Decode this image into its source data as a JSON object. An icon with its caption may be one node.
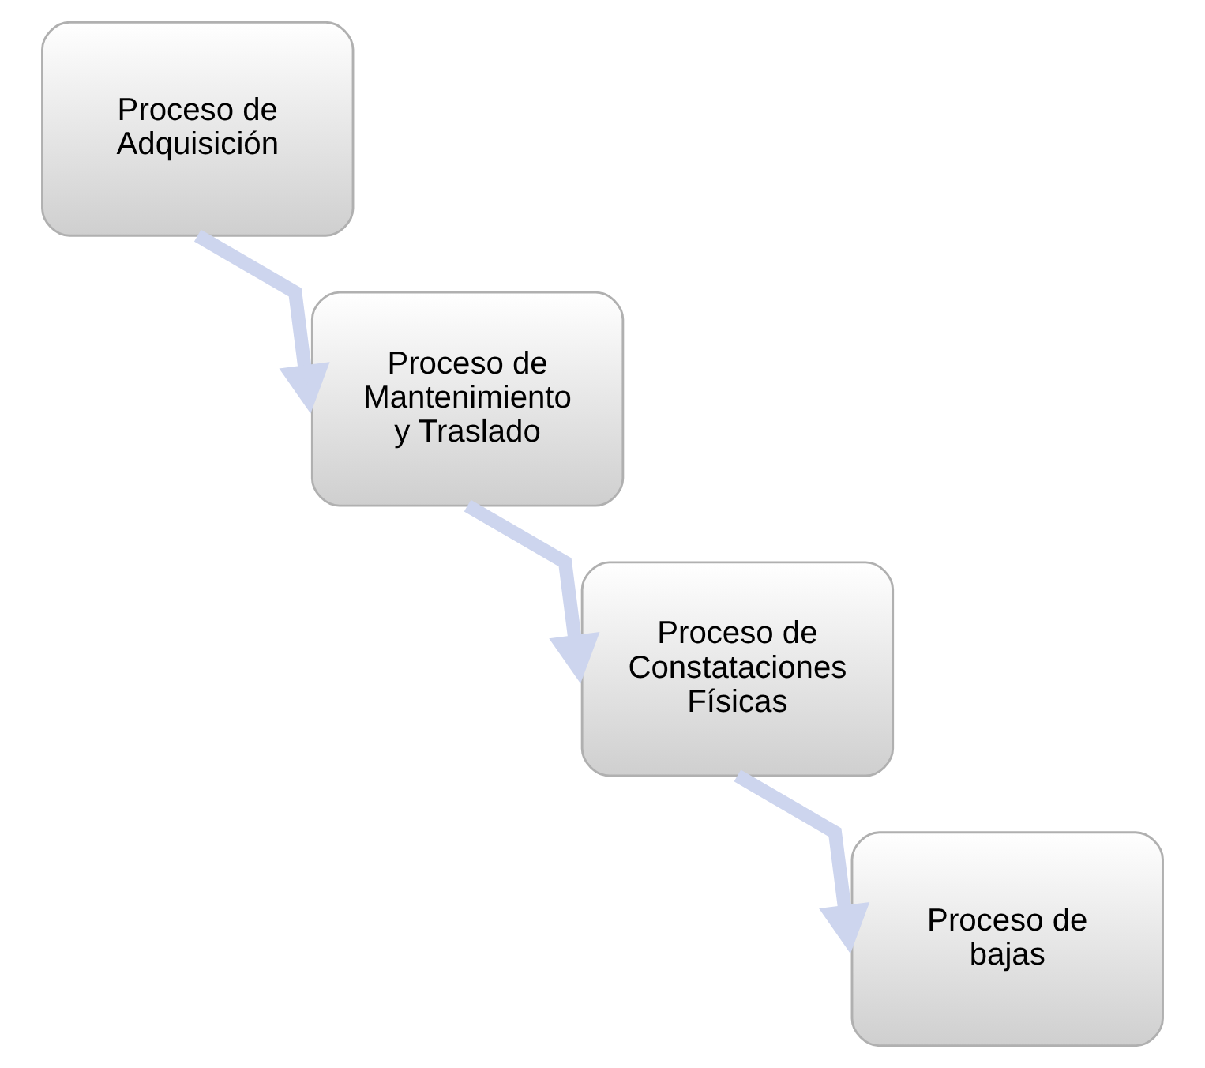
{
  "diagram": {
    "nodes": [
      {
        "text": [
          "Proceso de Adquisición"
        ]
      },
      {
        "text": [
          "Proceso de Mantenimiento y Traslado"
        ]
      },
      {
        "text": [
          "Proceso de Constataciones Físicas"
        ]
      },
      {
        "text": [
          "Proceso de bajas"
        ]
      }
    ],
    "edges": [
      {
        "from": 0,
        "to": 1,
        "arrow": "to"
      },
      {
        "from": 1,
        "to": 2,
        "arrow": "to"
      },
      {
        "from": 2,
        "to": 3,
        "arrow": "to"
      }
    ]
  }
}
